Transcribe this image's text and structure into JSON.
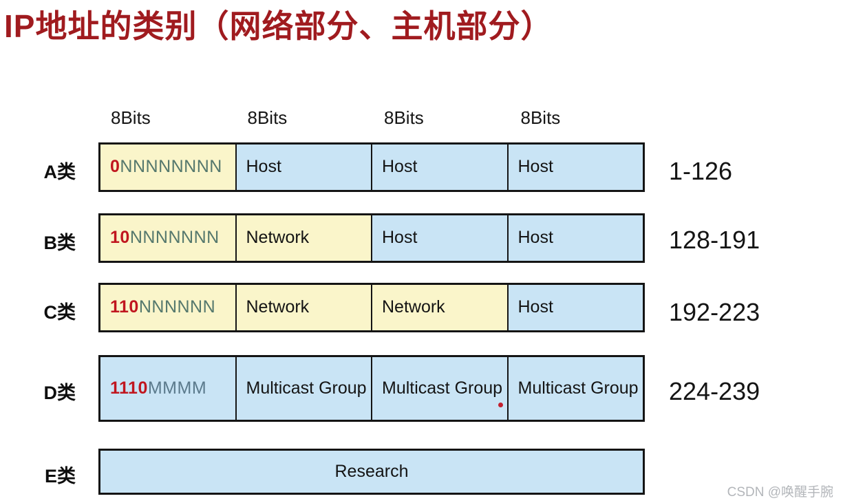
{
  "title": "IP地址的类别（网络部分、主机部分）",
  "header": {
    "bit_labels": [
      "8Bits",
      "8Bits",
      "8Bits",
      "8Bits"
    ]
  },
  "rows": [
    {
      "label": "A类",
      "octet1": {
        "fixed": "0",
        "variable": "NNNNNNNN"
      },
      "cells": [
        "Host",
        "Host",
        "Host"
      ],
      "range": "1-126"
    },
    {
      "label": "B类",
      "octet1": {
        "fixed": "10",
        "variable": "NNNNNNN"
      },
      "cells": [
        "Network",
        "Host",
        "Host"
      ],
      "range": "128-191"
    },
    {
      "label": "C类",
      "octet1": {
        "fixed": "110",
        "variable": "NNNNNN"
      },
      "cells": [
        "Network",
        "Network",
        "Host"
      ],
      "range": "192-223"
    },
    {
      "label": "D类",
      "octet1": {
        "fixed": "1110",
        "variable": "MMMM"
      },
      "cells": [
        "Multicast Group",
        "Multicast Group",
        "Multicast Group"
      ],
      "range": "224-239"
    },
    {
      "label": "E类",
      "cells": [
        "Research"
      ],
      "range": ""
    }
  ],
  "watermark": "CSDN @唤醒手腕",
  "colors": {
    "title_red": "#A01B1F",
    "cell_yellow": "#FAF5CA",
    "cell_blue": "#C9E4F5",
    "border_black": "#141414",
    "bit_fixed_red": "#C0161F",
    "bit_letter_n_teal": "#55786D",
    "bit_letter_m_slate": "#5B7A8C",
    "watermark_gray": "#B3B6BA"
  }
}
